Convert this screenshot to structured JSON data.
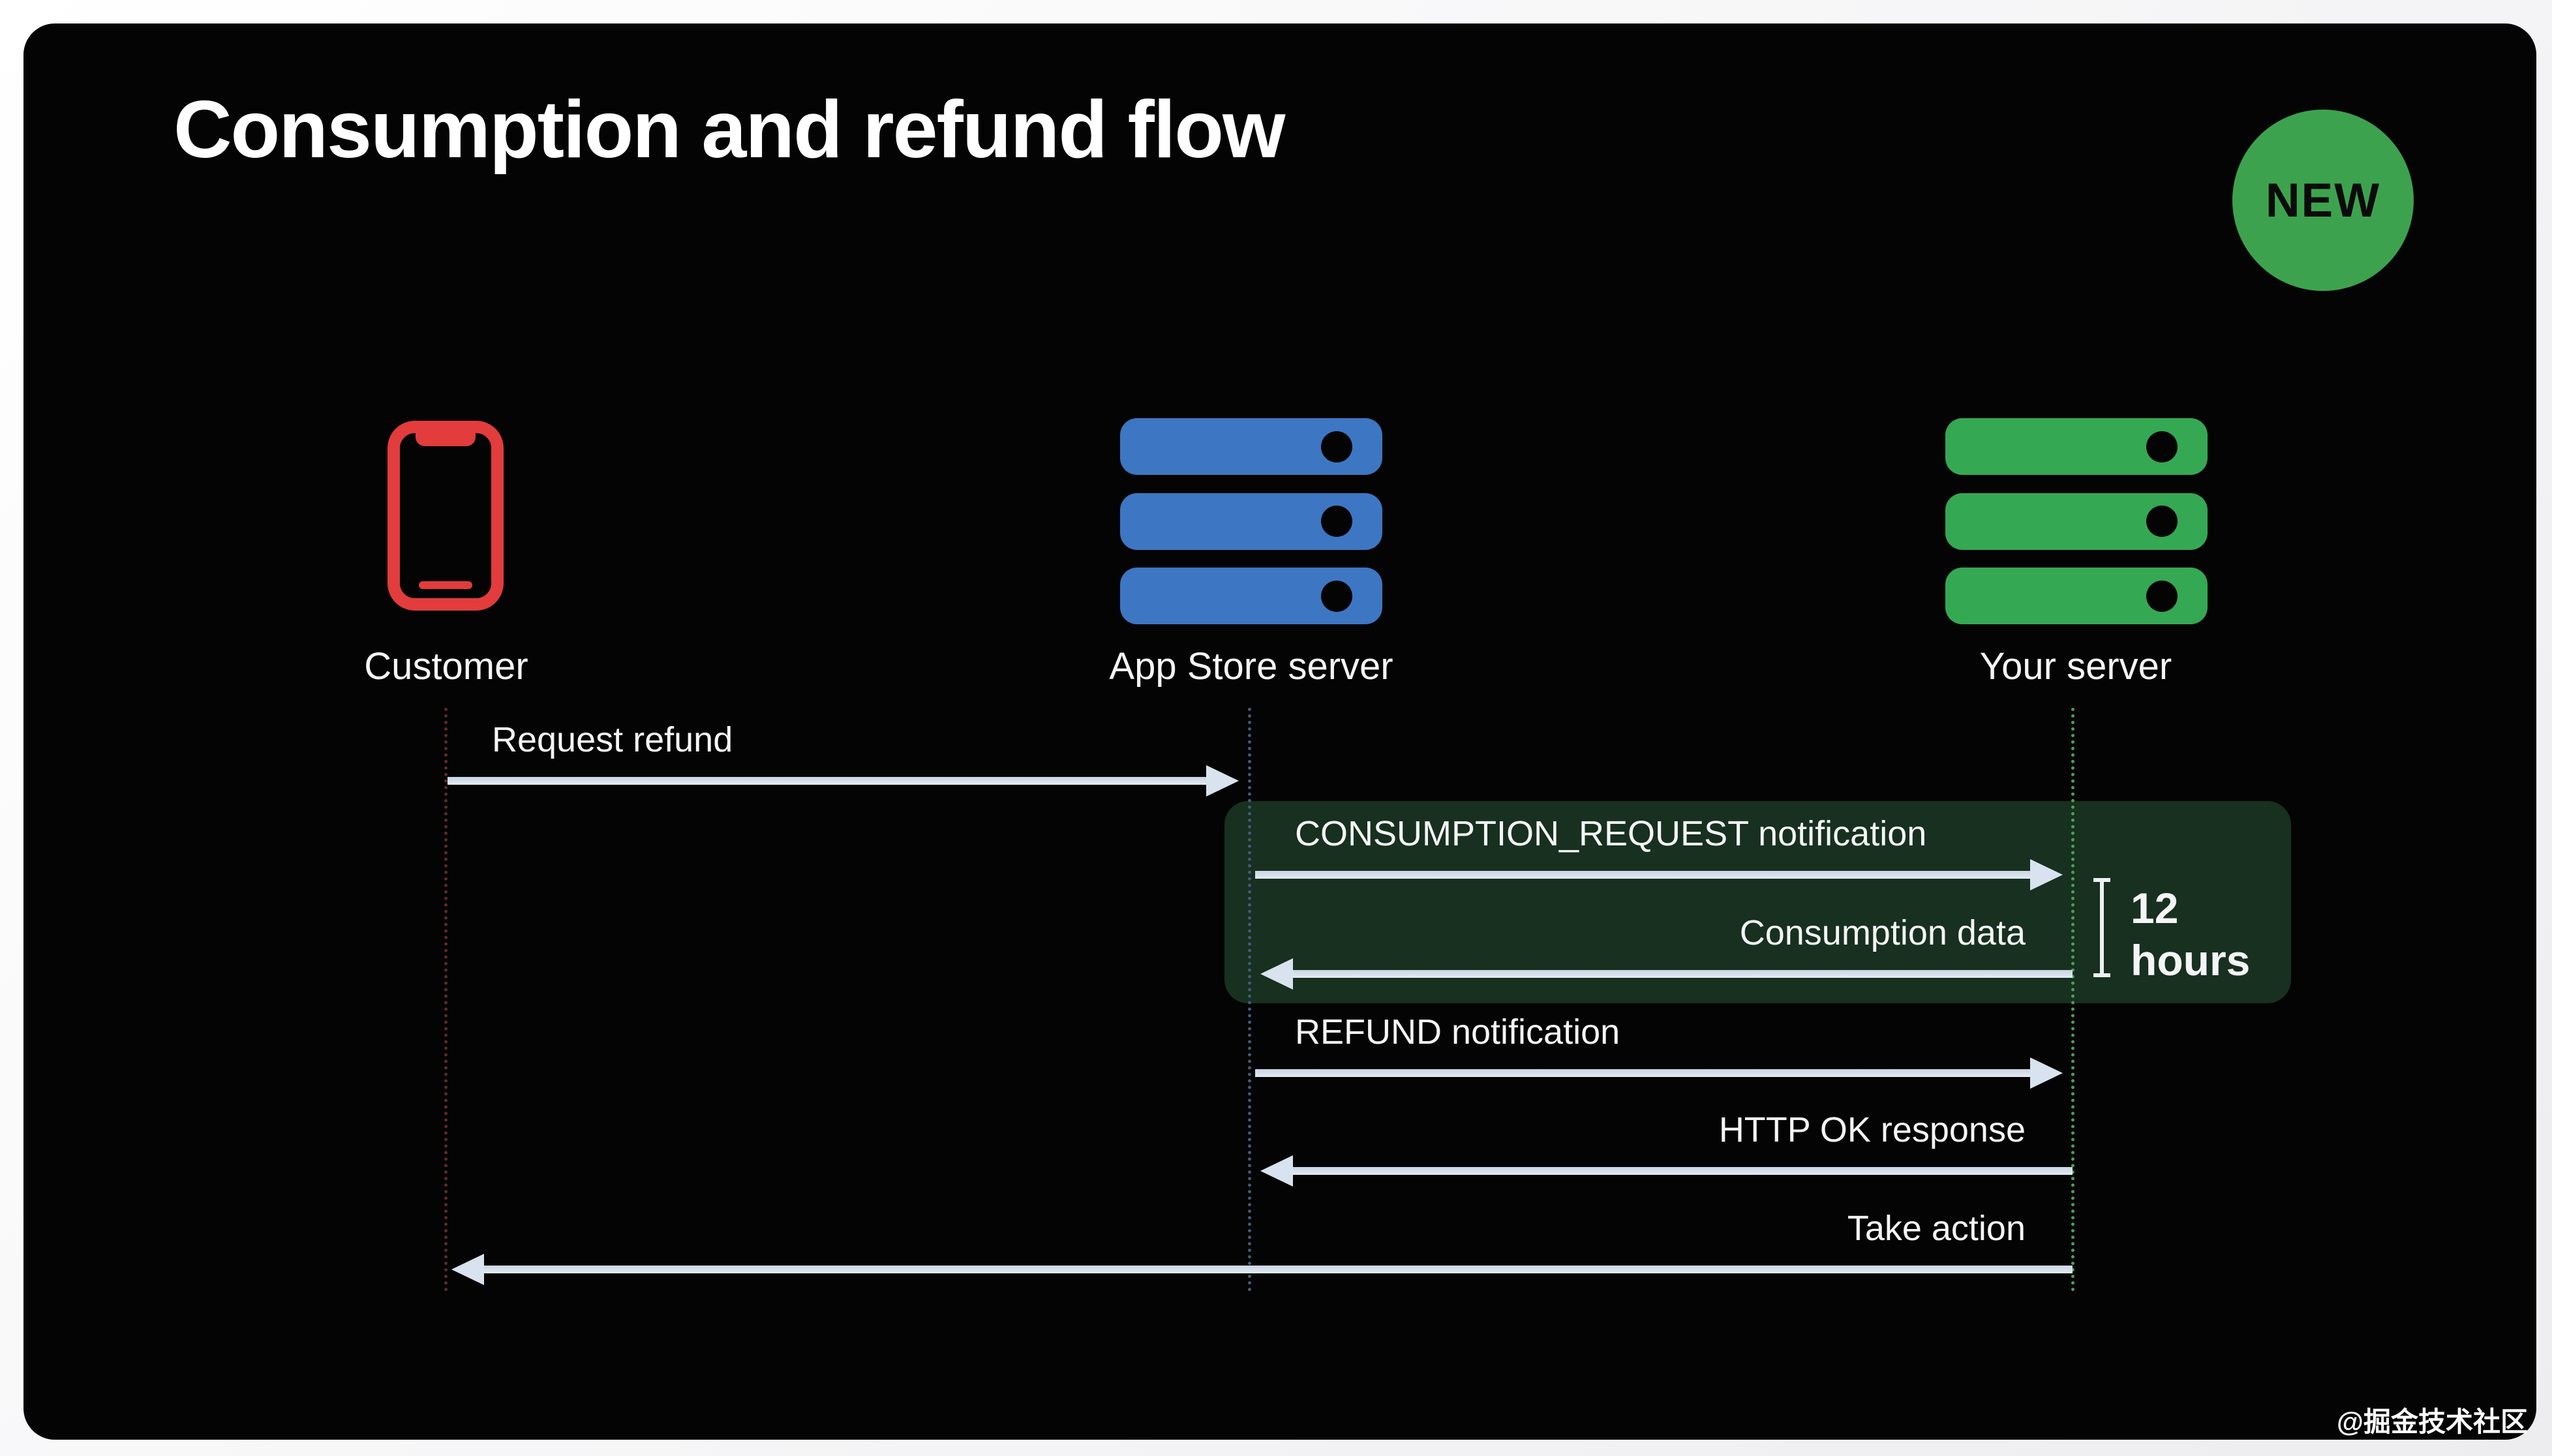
{
  "slide": {
    "title": "Consumption and refund flow",
    "badge_label": "NEW",
    "watermark": "@掘金技术社区",
    "background_color": "#040404",
    "page_background_color": "#fbfbfd"
  },
  "actors": [
    {
      "label": "Customer",
      "icon": "iphone-icon",
      "accent_color": "#e23c3c",
      "lifeline_color": "#5d2a26"
    },
    {
      "label": "App Store server",
      "icon": "server-rack-icon",
      "accent_color": "#3d76c2",
      "lifeline_color": "#45597a"
    },
    {
      "label": "Your server",
      "icon": "server-rack-icon",
      "accent_color": "#34a853",
      "lifeline_color": "#49a152"
    }
  ],
  "messages": [
    {
      "label": "Request refund",
      "from": "Customer",
      "to": "App Store server",
      "direction": "right",
      "highlighted": false
    },
    {
      "label": "CONSUMPTION_REQUEST notification",
      "from": "App Store server",
      "to": "Your server",
      "direction": "right",
      "highlighted": true
    },
    {
      "label": "Consumption data",
      "from": "Your server",
      "to": "App Store server",
      "direction": "left",
      "highlighted": true
    },
    {
      "label": "REFUND notification",
      "from": "App Store server",
      "to": "Your server",
      "direction": "right",
      "highlighted": false
    },
    {
      "label": "HTTP OK response",
      "from": "Your server",
      "to": "App Store server",
      "direction": "left",
      "highlighted": false
    },
    {
      "label": "Take action",
      "from": "Your server",
      "to": "Customer",
      "direction": "left",
      "highlighted": false
    }
  ],
  "duration_callout": {
    "line1": "12",
    "line2": "hours"
  },
  "colors": {
    "arrow": "#d9e3ef",
    "highlight_box": "#17301f",
    "text": "#f5f5f7",
    "badge_green": "#3da24e"
  }
}
